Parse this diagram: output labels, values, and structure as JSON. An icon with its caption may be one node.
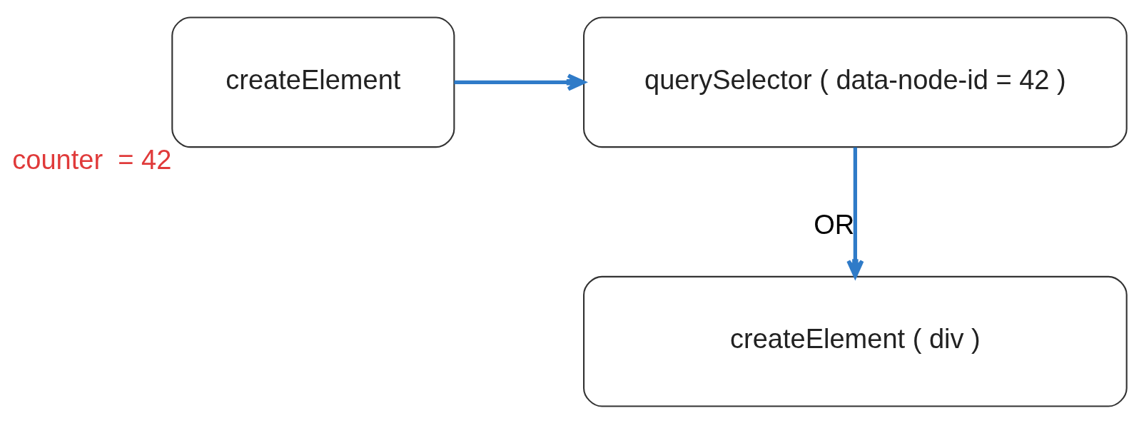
{
  "diagram": {
    "nodes": [
      {
        "text": [
          "createElement"
        ],
        "beside": [
          "counter  = 42"
        ]
      },
      {
        "text": [
          "querySelector ( data-node-id = 42 )"
        ]
      },
      {
        "text": [
          "createElement ( div )"
        ]
      }
    ],
    "edges": [
      {
        "from": 0,
        "to": 1,
        "arrow": "to"
      },
      {
        "from": 1,
        "to": 2,
        "arrow": "to",
        "label": "OR"
      }
    ]
  }
}
